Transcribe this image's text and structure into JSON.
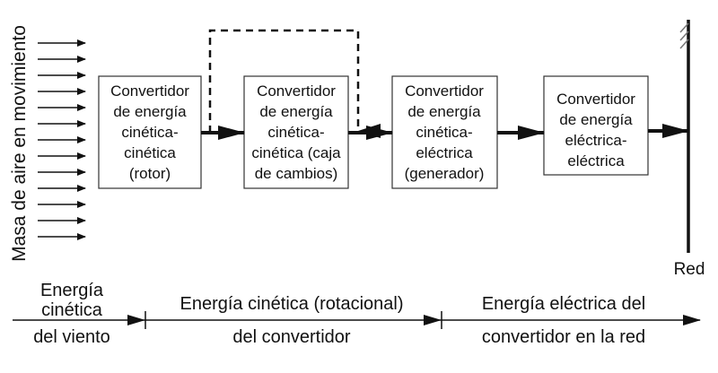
{
  "side_label": "Masa de aire en movimiento",
  "blocks": [
    {
      "lines": [
        "Convertidor",
        "de energía",
        "cinética-",
        "cinética",
        "(rotor)"
      ]
    },
    {
      "lines": [
        "Convertidor",
        "de energía",
        "cinética-",
        "cinética (caja",
        "de cambios)"
      ]
    },
    {
      "lines": [
        "Convertidor",
        "de energía",
        "cinética-",
        "eléctrica",
        "(generador)"
      ]
    },
    {
      "lines": [
        "Convertidor",
        "de energía",
        "eléctrica-",
        "eléctrica"
      ]
    }
  ],
  "grid_label": "Red",
  "bands": [
    {
      "lines": [
        "Energía",
        "cinética",
        "del viento"
      ]
    },
    {
      "lines": [
        "Energía cinética (rotacional)",
        "del convertidor"
      ]
    },
    {
      "lines": [
        "Energía eléctrica del",
        "convertidor en la red"
      ]
    }
  ]
}
